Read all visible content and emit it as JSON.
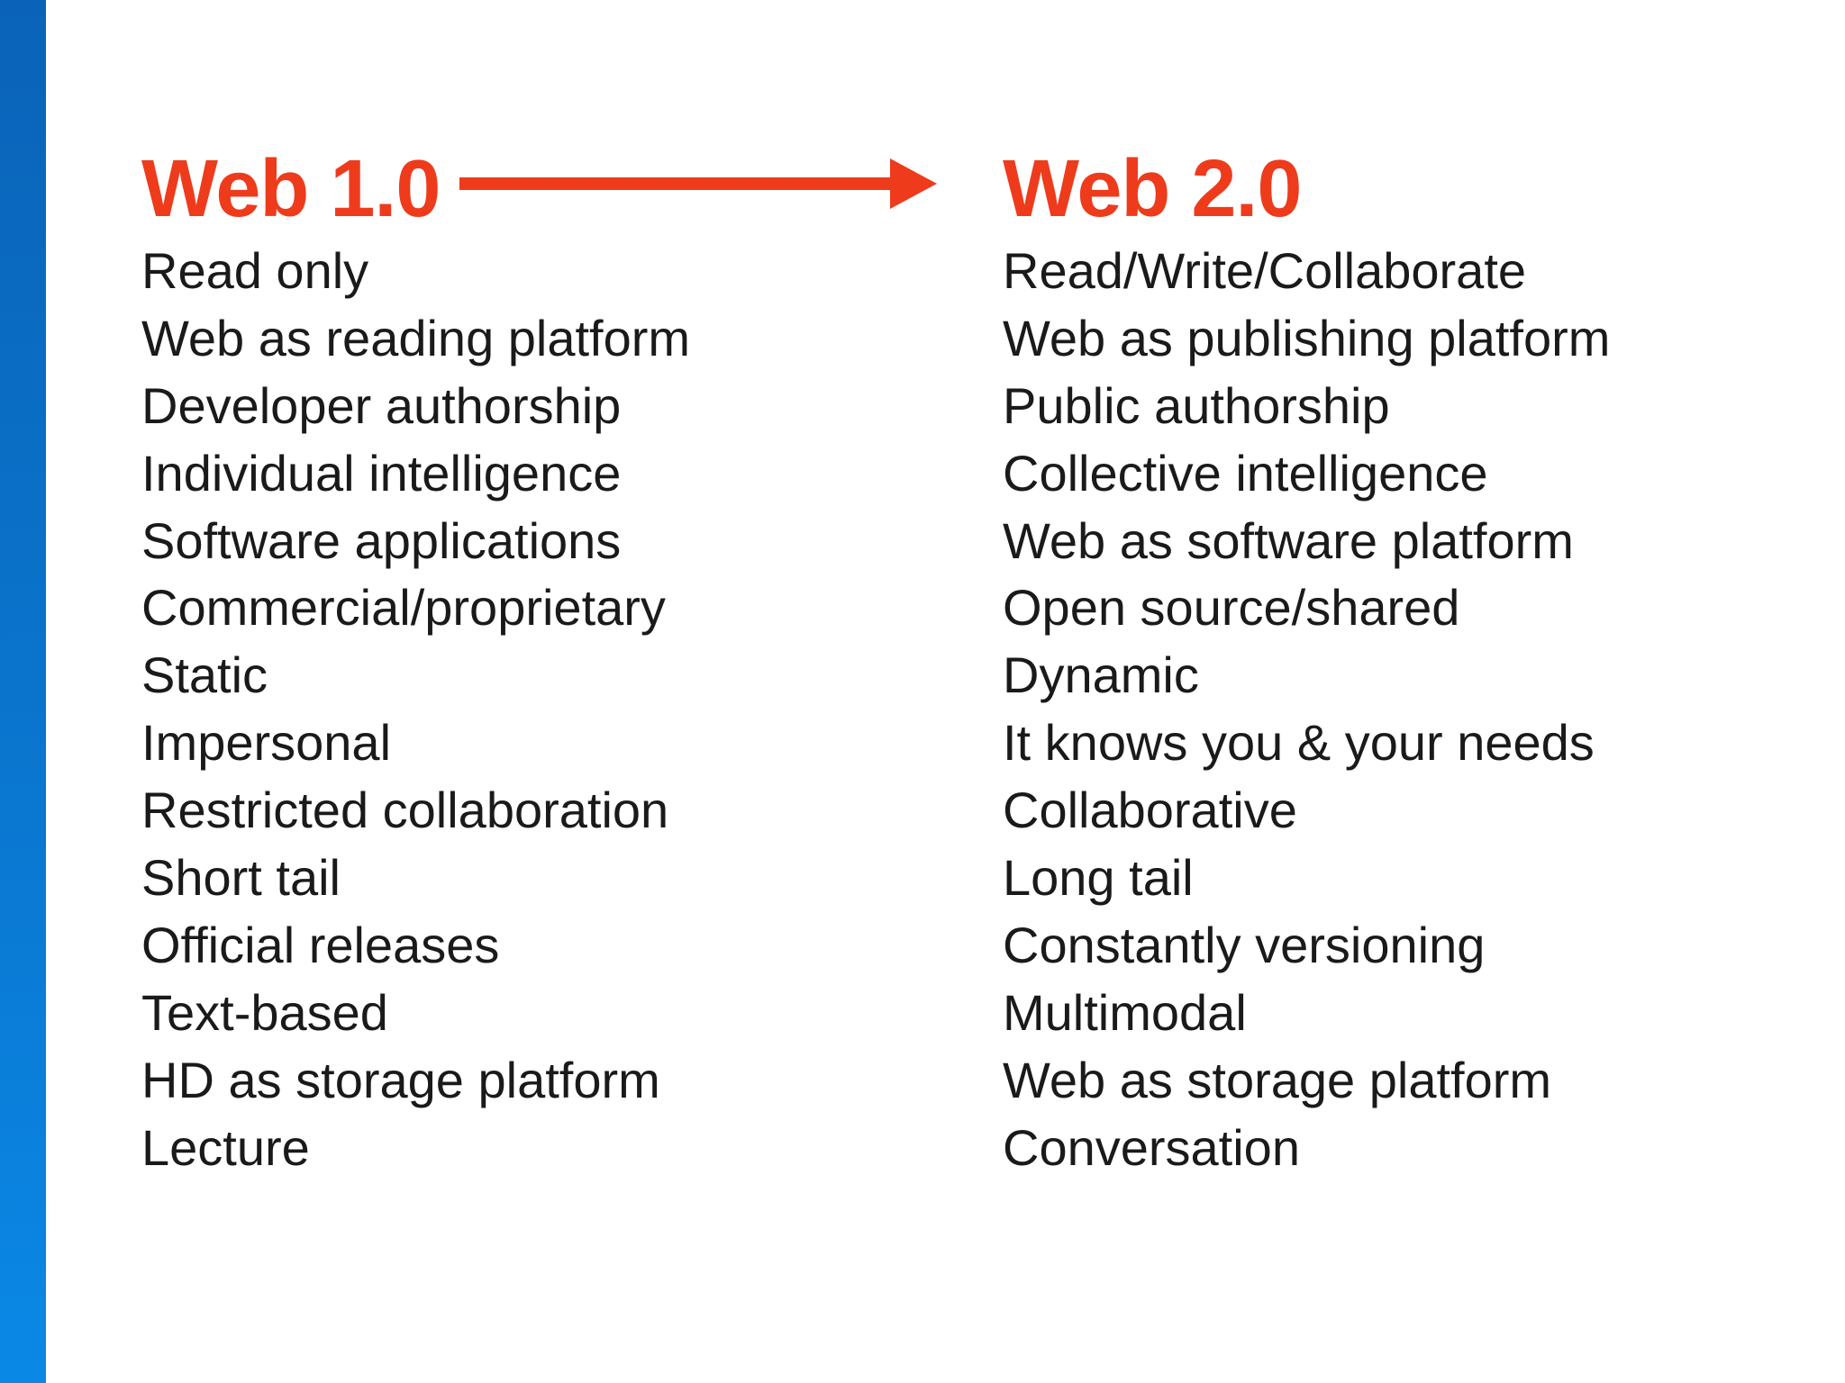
{
  "theme": {
    "accent": "#ee3b1c",
    "sidebar": "#0a74cc",
    "text": "#1a1a1a"
  },
  "arrow_icon": "right-arrow-icon",
  "web1": {
    "title": "Web 1.0",
    "items": [
      "Read only",
      "Web as reading platform",
      "Developer authorship",
      "Individual intelligence",
      "Software applications",
      "Commercial/proprietary",
      "Static",
      "Impersonal",
      "Restricted collaboration",
      "Short tail",
      "Official releases",
      "Text-based",
      "HD as storage platform",
      "Lecture"
    ]
  },
  "web2": {
    "title": "Web 2.0",
    "items": [
      "Read/Write/Collaborate",
      "Web as publishing platform",
      "Public authorship",
      "Collective intelligence",
      "Web as software platform",
      "Open source/shared",
      "Dynamic",
      "It knows you & your needs",
      "Collaborative",
      "Long tail",
      "Constantly versioning",
      "Multimodal",
      "Web as storage platform",
      "Conversation"
    ]
  }
}
